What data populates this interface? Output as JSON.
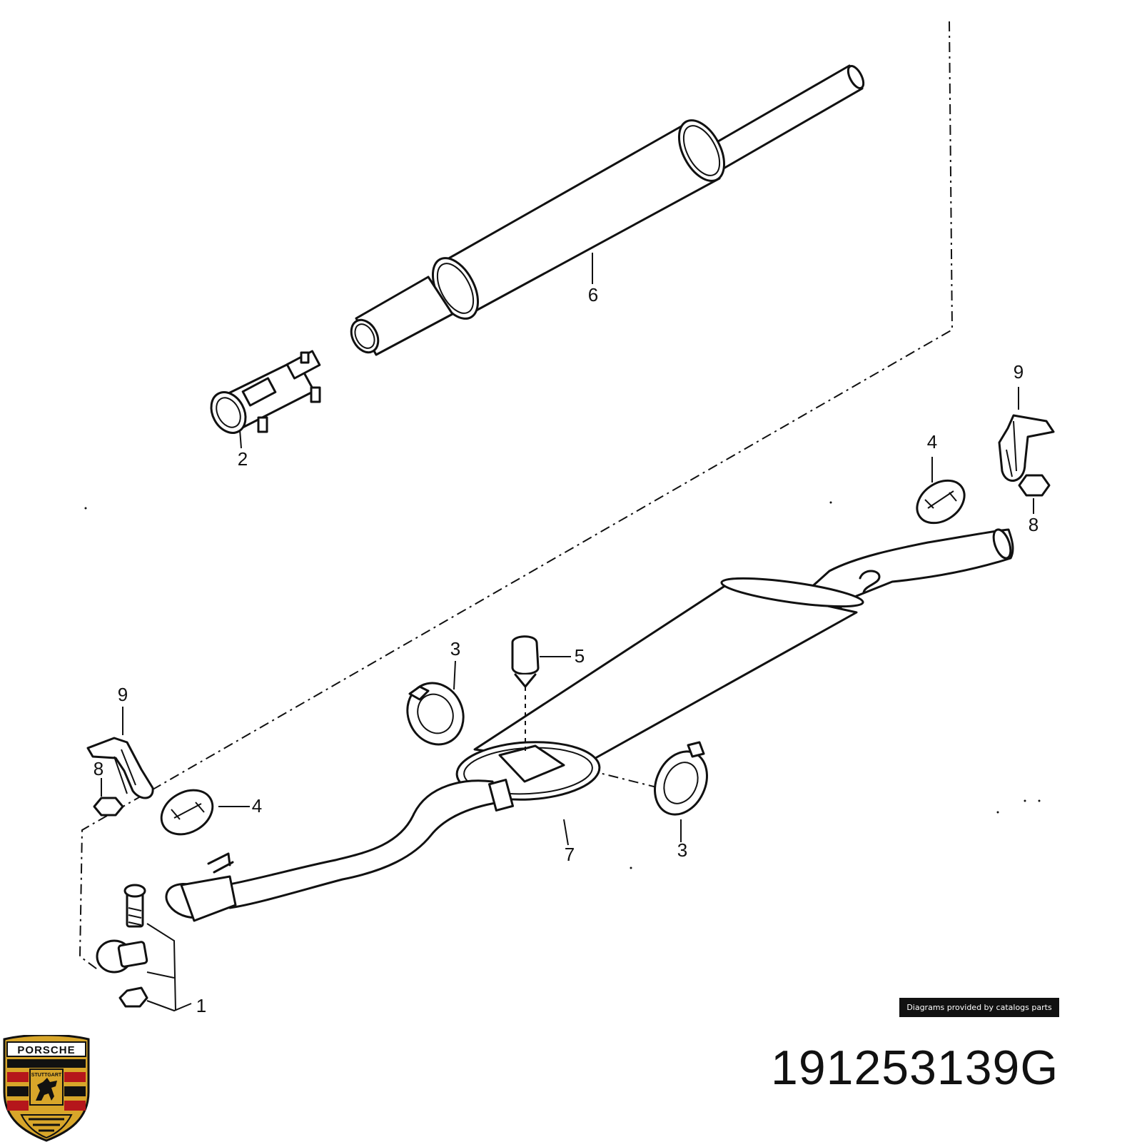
{
  "diagram": {
    "callouts": [
      {
        "id": "c6",
        "text": "6"
      },
      {
        "id": "c2",
        "text": "2"
      },
      {
        "id": "c9a",
        "text": "9"
      },
      {
        "id": "c4a",
        "text": "4"
      },
      {
        "id": "c8a",
        "text": "8"
      },
      {
        "id": "c3a",
        "text": "3"
      },
      {
        "id": "c5",
        "text": "5"
      },
      {
        "id": "c9b",
        "text": "9"
      },
      {
        "id": "c8b",
        "text": "8"
      },
      {
        "id": "c4b",
        "text": "4"
      },
      {
        "id": "c7",
        "text": "7"
      },
      {
        "id": "c3b",
        "text": "3"
      },
      {
        "id": "c1",
        "text": "1"
      }
    ],
    "credit": "Diagrams provided by catalogs parts"
  },
  "part_number": "191253139G",
  "logo": {
    "brand": "PORSCHE",
    "city": "STUTTGART",
    "colors": {
      "gold": "#d8a62a",
      "red": "#b5161b",
      "black": "#111111"
    }
  }
}
